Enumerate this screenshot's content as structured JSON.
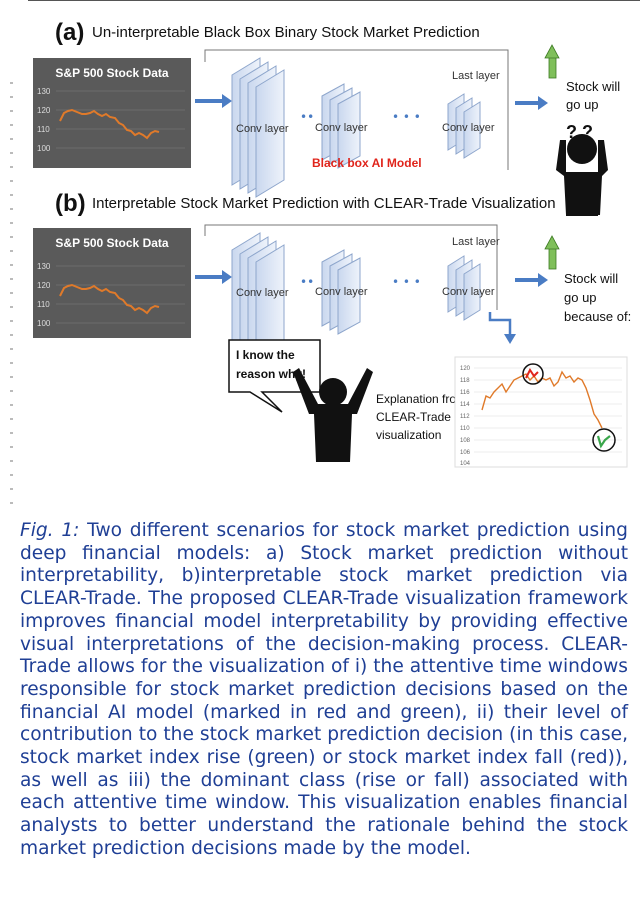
{
  "figure": {
    "panel_a": {
      "label": "(a)",
      "title": "Un-interpretable Black Box Binary Stock Market Prediction",
      "chart_title": "S&P 500 Stock Data",
      "yticks": [
        "130",
        "120",
        "110",
        "100"
      ],
      "conv_label_1": "Conv layer",
      "conv_label_2": "Conv layer",
      "conv_label_3": "Conv layer",
      "dots_small": "••",
      "dots_large": "• • •",
      "last_layer": "Last layer",
      "black_box_label": "Black box AI Model",
      "prediction_line1": "Stock will",
      "prediction_line2": "go up",
      "question_marks": "? ?"
    },
    "panel_b": {
      "label": "(b)",
      "title": "Interpretable Stock Market Prediction with CLEAR-Trade Visualization",
      "chart_title": "S&P 500 Stock Data",
      "yticks": [
        "130",
        "120",
        "110",
        "100"
      ],
      "conv_label_1": "Conv layer",
      "conv_label_2": "Conv layer",
      "conv_label_3": "Conv layer",
      "dots_small": "••",
      "dots_large": "• • •",
      "last_layer": "Last layer",
      "prediction_line1": "Stock will",
      "prediction_line2": "go up",
      "prediction_line3": "because of:",
      "speech_line1": "I know the",
      "speech_line2": "reason why!",
      "explanation_line1": "Explanation from",
      "explanation_line2": "CLEAR-Trade",
      "explanation_line3": "visualization",
      "explain_yticks": [
        "120",
        "118",
        "116",
        "114",
        "112",
        "110",
        "108",
        "106",
        "104"
      ]
    },
    "colors": {
      "arrow_blue": "#4a7cc4",
      "green_arrow": "#7fbf5a",
      "black_box_red": "#e0241b",
      "stock_line": "#e07a2a",
      "chart_bg": "#5a5a5a",
      "caption_blue": "#1f3f95"
    }
  },
  "caption": {
    "lead": "Fig. 1:",
    "text": " Two different scenarios for stock market prediction using deep financial models: a) Stock market prediction without interpretability, b)interpretable stock market prediction via CLEAR-Trade.  The proposed CLEAR-Trade visualization framework improves financial model interpretability by providing effective visual interpretations of the decision-making process.  CLEAR-Trade allows for the visualization of i) the attentive time windows responsible for stock market prediction decisions based on the financial AI model (marked in red and green), ii) their level of contribution to the stock market prediction decision (in this case, stock market index rise (green) or stock market index fall (red)), as well as iii) the dominant class (rise or fall) associated with each attentive time window.  This visualization enables financial analysts to better understand the rationale behind the stock market prediction decisions made by the model."
  }
}
